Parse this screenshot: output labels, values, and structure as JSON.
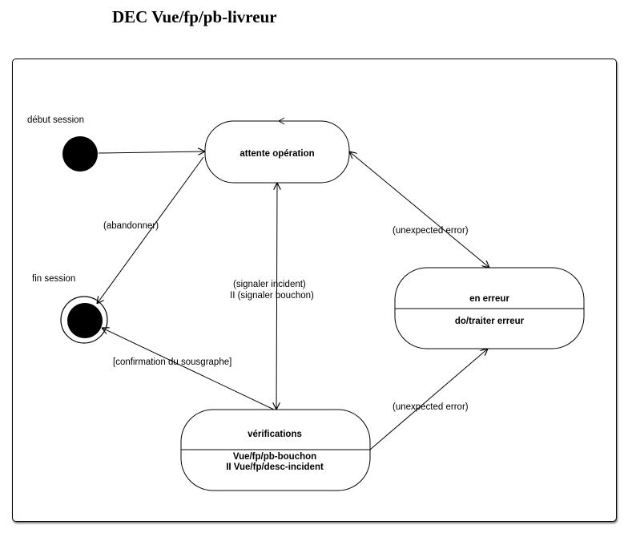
{
  "title": "DEC Vue/fp/pb-livreur",
  "pseudostates": {
    "initial": "début session",
    "final": "fin session"
  },
  "states": {
    "attente": {
      "name": "attente opération"
    },
    "erreur": {
      "name": "en erreur",
      "activity": "do/traiter erreur"
    },
    "verifications": {
      "name": "vérifications",
      "activity_line1": "Vue/fp/pb-bouchon",
      "activity_line2": "II Vue/fp/desc-incident"
    }
  },
  "transitions": {
    "abandonner": "(abandonner)",
    "signaler_line1": "(signaler incident)",
    "signaler_line2": "II (signaler bouchon)",
    "unexpected_top": "(unexpected error)",
    "unexpected_bottom": "(unexpected error)",
    "confirmation": "[confirmation du sousgraphe]"
  }
}
